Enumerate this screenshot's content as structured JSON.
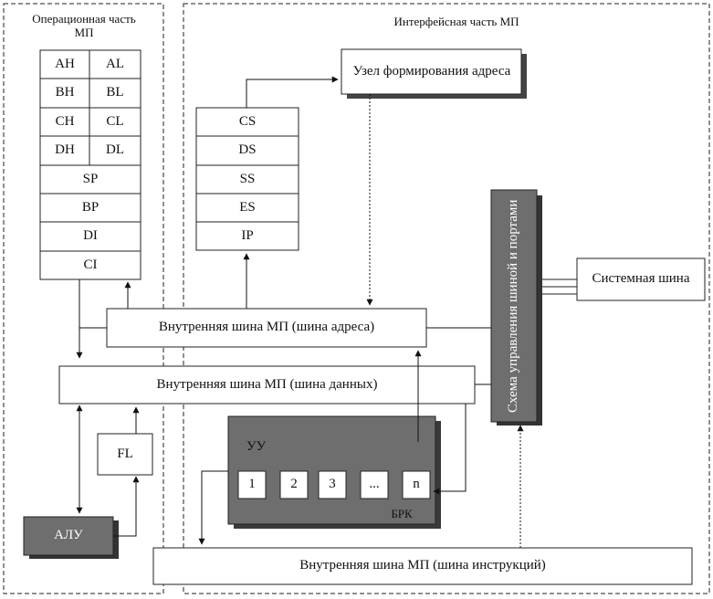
{
  "sections": {
    "operational": "Операционная часть МП",
    "interface": "Интерфейсная часть МП"
  },
  "registers": {
    "pairs": [
      {
        "high": "AH",
        "low": "AL"
      },
      {
        "high": "BH",
        "low": "BL"
      },
      {
        "high": "CH",
        "low": "CL"
      },
      {
        "high": "DH",
        "low": "DL"
      }
    ],
    "full": [
      "SP",
      "BP",
      "DI",
      "CI"
    ],
    "segment": [
      "CS",
      "DS",
      "SS",
      "ES",
      "IP"
    ]
  },
  "blocks": {
    "address_unit": "Узел формирования адреса",
    "bus_control": "Схема управления шиной и портами",
    "system_bus": "Системная шина",
    "address_bus": "Внутренняя шина МП (шина адреса)",
    "data_bus": "Внутренняя шина МП (шина данных)",
    "instruction_bus": "Внутренняя шина МП (шина инструкций)",
    "flags": "FL",
    "alu": "АЛУ",
    "control_unit": "УУ",
    "queue_label": "БРК",
    "queue_cells": [
      "1",
      "2",
      "3",
      "...",
      "n"
    ]
  },
  "colors": {
    "dark_block": "#6e6e6e",
    "dark_shadow": "#3c3c3c",
    "line": "#111111"
  }
}
